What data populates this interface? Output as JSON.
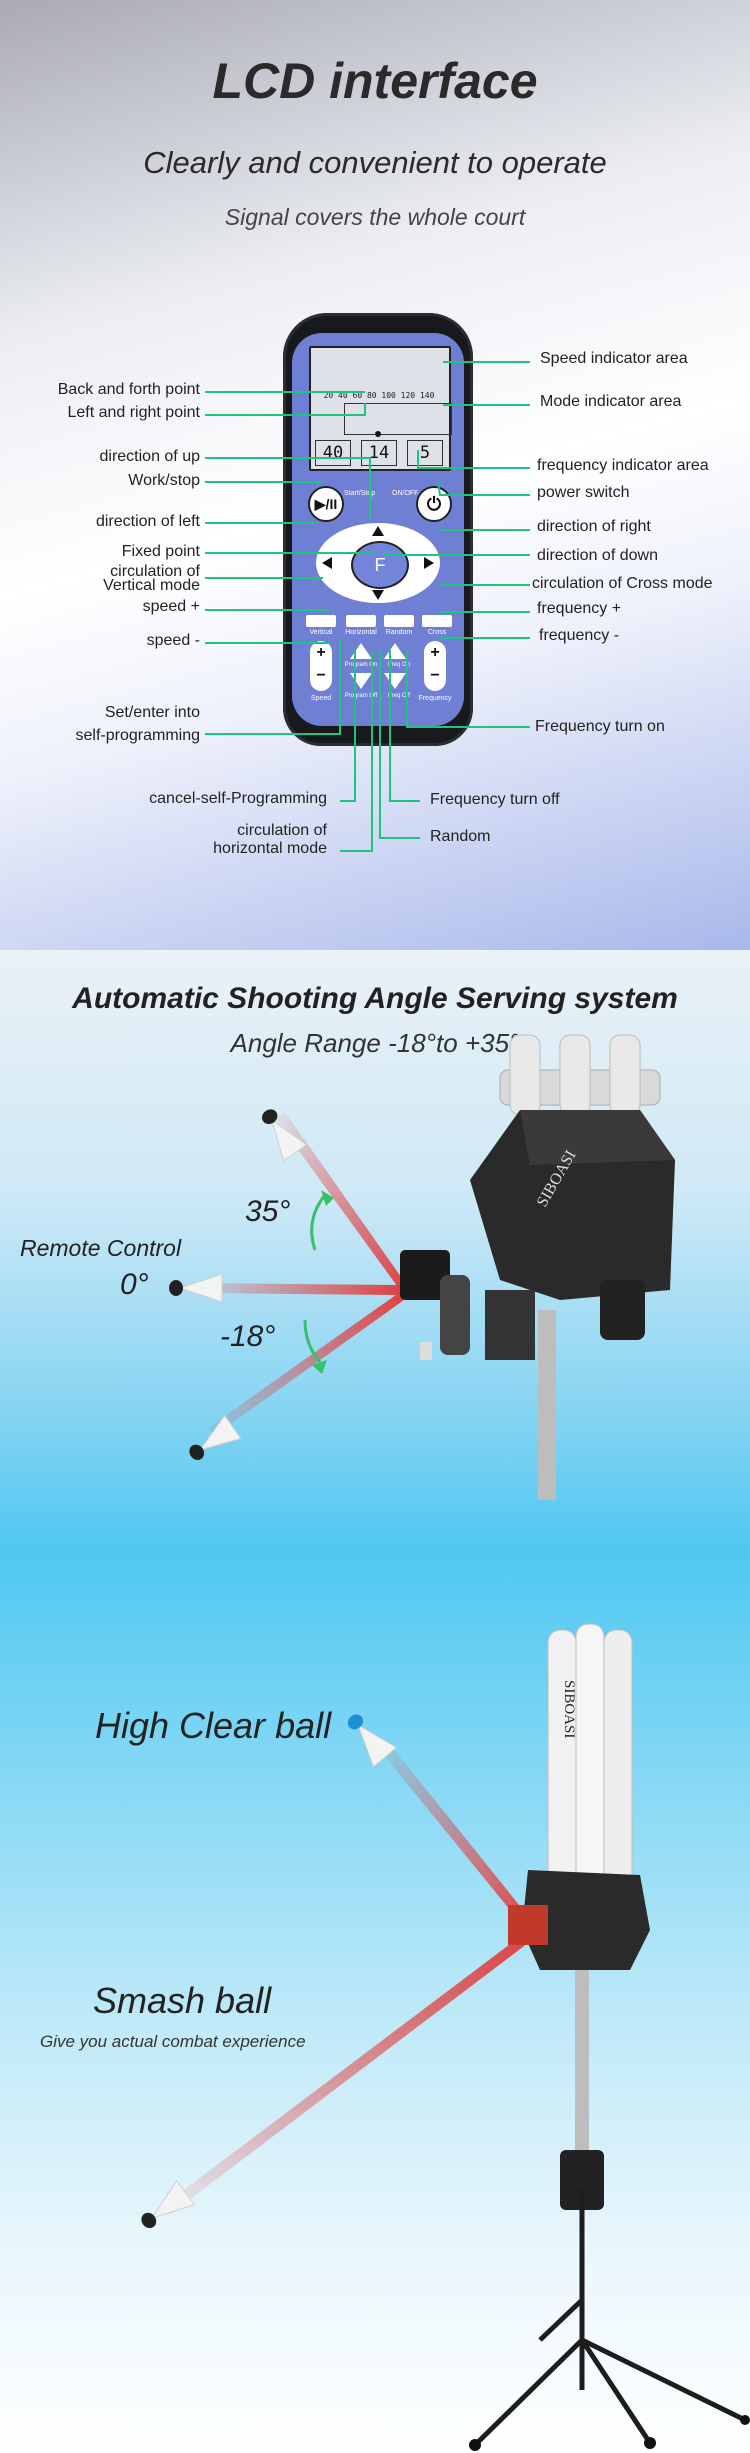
{
  "section_lcd": {
    "title": "LCD interface",
    "subtitle": "Clearly and convenient to operate",
    "subtitle2": "Signal covers the whole court",
    "remote": {
      "lcd_scale": "20 40 60 80 100 120 140",
      "lcd_box_1": "40",
      "lcd_box_2": "14",
      "lcd_box_3": "5",
      "btn_play_pause": "▶/II",
      "label_start_stop": "Start/Stop",
      "label_on_off": "ON/OFF",
      "btn_power": "⏻",
      "dpad_center": "F",
      "mode_vertical": "Vertical",
      "mode_horizontal": "Horizontal",
      "mode_random": "Random",
      "mode_cross": "Cross",
      "label_speed": "Speed",
      "label_frequency": "Frequency",
      "label_program_off": "Program Off",
      "label_program_on": "Program On",
      "label_freq_on": "Freq On",
      "label_freq_off": "Freq Off",
      "plus": "+",
      "minus": "−"
    },
    "callouts_left": {
      "back_forth": "Back and forth point",
      "left_right": "Left and right point",
      "direction_up": "direction of up",
      "work_stop": "Work/stop",
      "direction_left": "direction of left",
      "fixed_point": "Fixed point",
      "circulation_of": "circulation of",
      "vertical_mode": "Vertical mode",
      "speed_plus": "speed +",
      "speed_minus": "speed -",
      "set_enter": "Set/enter into",
      "self_programming": "self-programming",
      "cancel_self_programming": "cancel-self-Programming",
      "circulation_of_2": "circulation of",
      "horizontal_mode": "horizontal mode"
    },
    "callouts_right": {
      "speed_indicator": "Speed indicator area",
      "mode_indicator": "Mode indicator area",
      "frequency_indicator": "frequency indicator area",
      "power_switch": "power switch",
      "direction_right": "direction of right",
      "direction_down": "direction of down",
      "circulation_cross": "circulation of Cross mode",
      "frequency_plus": "frequency +",
      "frequency_minus": "frequency -",
      "frequency_turn_on": "Frequency turn on",
      "frequency_turn_off": "Frequency turn off",
      "random": "Random"
    },
    "line_color": "#1fc57f"
  },
  "section_angle": {
    "title": "Automatic Shooting Angle Serving system",
    "subtitle": "Angle Range -18°to +35°",
    "angle_up": "35°",
    "angle_zero": "0°",
    "angle_down": "-18°",
    "remote_control": "Remote Control",
    "brand": "SIBOASI"
  },
  "section_shots": {
    "high_clear": "High Clear ball",
    "smash": "Smash ball",
    "smash_desc": "Give you actual combat experience",
    "tube_text": "SIBOASI"
  }
}
